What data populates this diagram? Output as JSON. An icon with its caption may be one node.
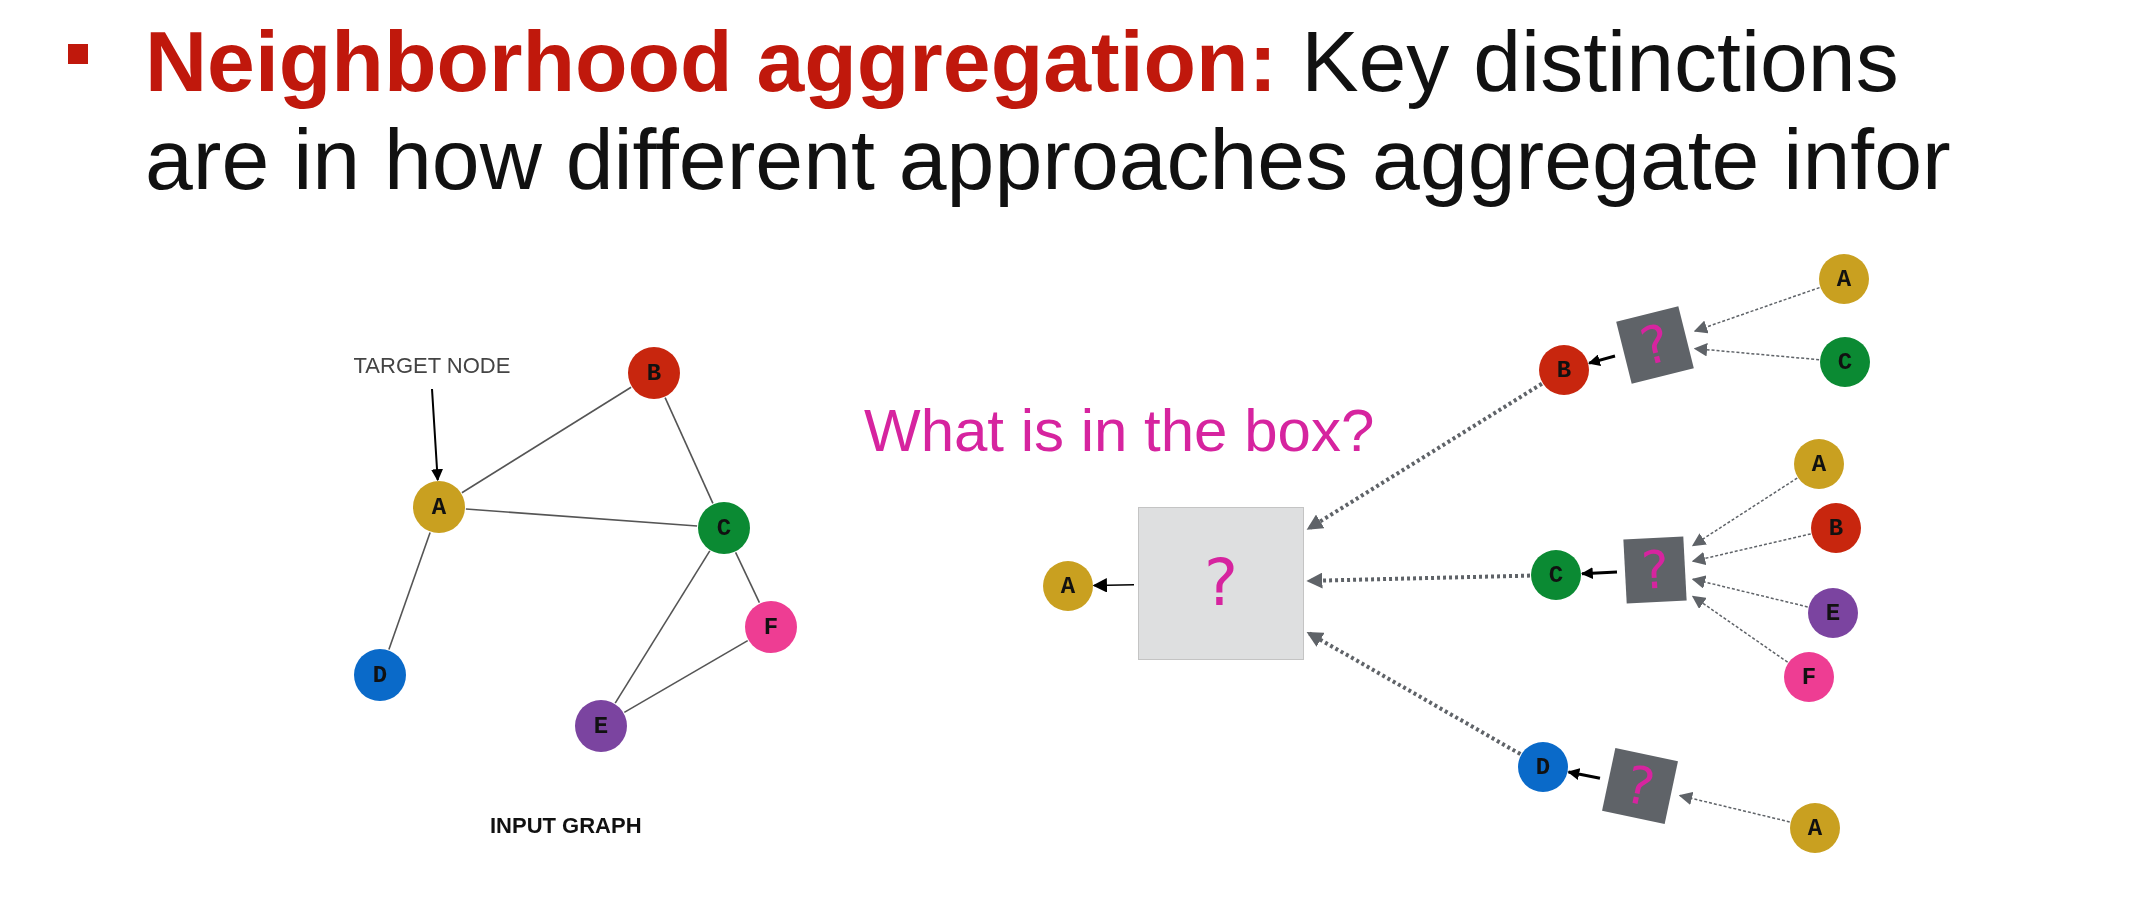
{
  "diagram": {
    "title": "**Neighborhood aggregation:** Key distinctions are in how different approaches aggregate infor",
    "nodes": [
      {
        "text": [
          "TARGET NODE"
        ]
      },
      {
        "text": [
          "A"
        ]
      },
      {
        "text": [
          "B"
        ]
      },
      {
        "text": [
          "C"
        ]
      },
      {
        "text": [
          "D"
        ]
      },
      {
        "text": [
          "E"
        ]
      },
      {
        "text": [
          "F"
        ]
      },
      {
        "text": [
          "A"
        ]
      },
      {
        "text": [
          "?"
        ]
      },
      {
        "text": [
          "B"
        ]
      },
      {
        "text": [
          "?"
        ]
      },
      {
        "text": [
          "A"
        ]
      },
      {
        "text": [
          "C"
        ]
      },
      {
        "text": [
          "C"
        ]
      },
      {
        "text": [
          "?"
        ]
      },
      {
        "text": [
          "A"
        ]
      },
      {
        "text": [
          "B"
        ]
      },
      {
        "text": [
          "E"
        ]
      },
      {
        "text": [
          "F"
        ]
      },
      {
        "text": [
          "D"
        ]
      },
      {
        "text": [
          "?"
        ]
      },
      {
        "text": [
          "A"
        ]
      }
    ],
    "edges": [
      {
        "from": 0,
        "to": 1,
        "arrow": "to",
        "color": "#000000"
      },
      {
        "from": 1,
        "to": 2,
        "arrow": "none",
        "color": "#555555"
      },
      {
        "from": 2,
        "to": 3,
        "arrow": "none",
        "color": "#555555"
      },
      {
        "from": 1,
        "to": 3,
        "arrow": "none",
        "color": "#555555"
      },
      {
        "from": 1,
        "to": 4,
        "arrow": "none",
        "color": "#555555"
      },
      {
        "from": 3,
        "to": 5,
        "arrow": "none",
        "color": "#555555"
      },
      {
        "from": 3,
        "to": 6,
        "arrow": "none",
        "color": "#555555"
      },
      {
        "from": 5,
        "to": 6,
        "arrow": "none",
        "color": "#555555"
      },
      {
        "from": 8,
        "to": 7,
        "arrow": "to",
        "color": "#000000"
      },
      {
        "from": 9,
        "to": 8,
        "arrow": "to",
        "style": "dashed",
        "color": "#5f6368"
      },
      {
        "from": 13,
        "to": 8,
        "arrow": "to",
        "style": "dashed",
        "color": "#5f6368"
      },
      {
        "from": 19,
        "to": 8,
        "arrow": "to",
        "style": "dashed",
        "color": "#5f6368"
      },
      {
        "from": 10,
        "to": 9,
        "arrow": "to",
        "color": "#000000"
      },
      {
        "from": 11,
        "to": 10,
        "arrow": "to",
        "style": "dashed",
        "color": "#5f6368"
      },
      {
        "from": 12,
        "to": 10,
        "arrow": "to",
        "style": "dashed",
        "color": "#5f6368"
      },
      {
        "from": 14,
        "to": 13,
        "arrow": "to",
        "color": "#000000"
      },
      {
        "from": 15,
        "to": 14,
        "arrow": "to",
        "style": "dashed",
        "color": "#5f6368"
      },
      {
        "from": 16,
        "to": 14,
        "arrow": "to",
        "style": "dashed",
        "color": "#5f6368"
      },
      {
        "from": 17,
        "to": 14,
        "arrow": "to",
        "style": "dashed",
        "color": "#5f6368"
      },
      {
        "from": 18,
        "to": 14,
        "arrow": "to",
        "style": "dashed",
        "color": "#5f6368"
      },
      {
        "from": 20,
        "to": 19,
        "arrow": "to",
        "color": "#000000"
      },
      {
        "from": 21,
        "to": 20,
        "arrow": "to",
        "style": "dashed",
        "color": "#5f6368"
      }
    ],
    "labels": [
      "What is in the box?",
      "INPUT GRAPH"
    ]
  }
}
